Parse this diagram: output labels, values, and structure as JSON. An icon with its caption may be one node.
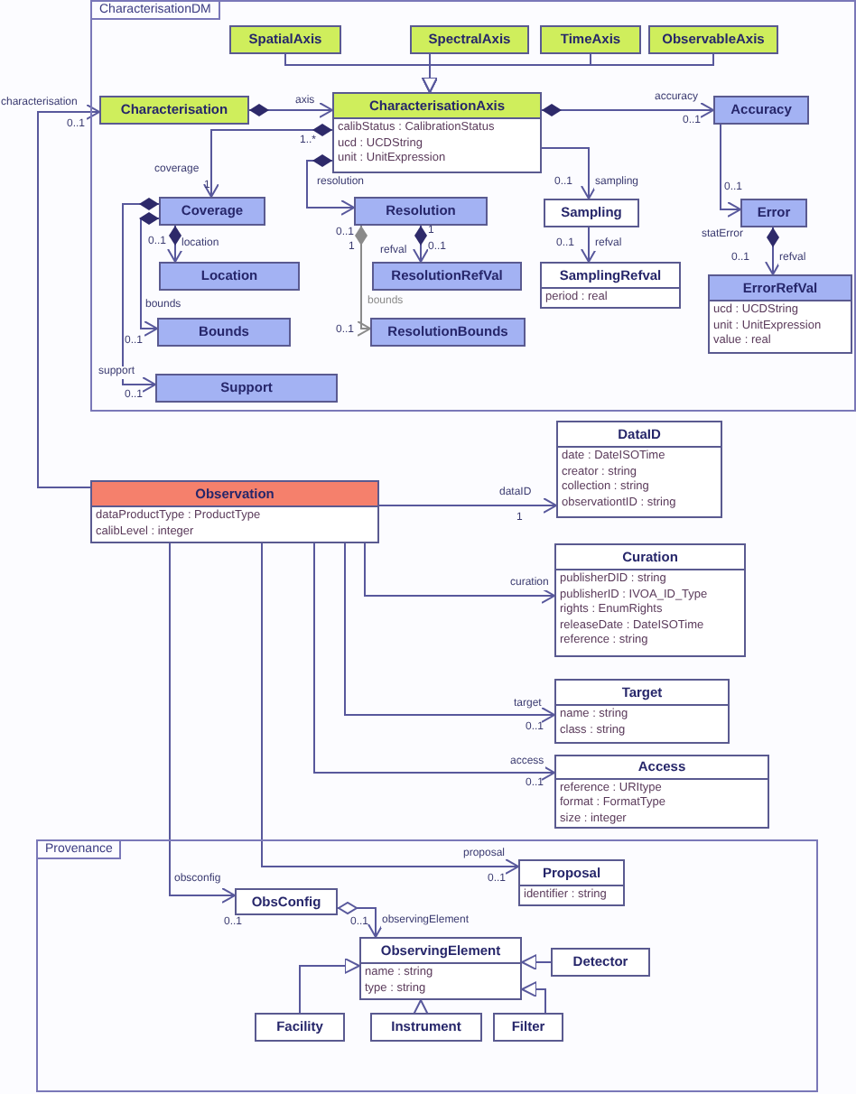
{
  "diagram": {
    "nodes": [
      {
        "text": [
          "CharacterisationDM"
        ]
      },
      {
        "text": [
          "SpatialAxis"
        ],
        "in": 0
      },
      {
        "text": [
          "SpectralAxis"
        ],
        "in": 0
      },
      {
        "text": [
          "TimeAxis"
        ],
        "in": 0
      },
      {
        "text": [
          "ObservableAxis"
        ],
        "in": 0
      },
      {
        "text": [
          "Characterisation"
        ],
        "in": 0
      },
      {
        "text": [
          "CharacterisationAxis",
          "calibStatus : CalibrationStatus",
          "ucd : UCDString",
          "unit : UnitExpression"
        ],
        "in": 0
      },
      {
        "text": [
          "Accuracy"
        ],
        "in": 0
      },
      {
        "text": [
          "Coverage"
        ],
        "in": 0
      },
      {
        "text": [
          "Resolution"
        ],
        "in": 0
      },
      {
        "text": [
          "Sampling"
        ],
        "in": 0
      },
      {
        "text": [
          "Error"
        ],
        "in": 0
      },
      {
        "text": [
          "Location"
        ],
        "in": 0
      },
      {
        "text": [
          "ResolutionRefVal"
        ],
        "in": 0
      },
      {
        "text": [
          "SamplingRefval",
          "period : real"
        ],
        "in": 0
      },
      {
        "text": [
          "ErrorRefVal",
          "ucd : UCDString",
          "unit : UnitExpression",
          "value : real"
        ],
        "in": 0
      },
      {
        "text": [
          "Bounds"
        ],
        "in": 0
      },
      {
        "text": [
          "ResolutionBounds"
        ],
        "in": 0
      },
      {
        "text": [
          "Support"
        ],
        "in": 0
      },
      {
        "text": [
          "Observation",
          "dataProductType : ProductType",
          "calibLevel : integer"
        ]
      },
      {
        "text": [
          "DataID",
          "date : DateISOTime",
          "creator : string",
          "collection : string",
          "observationtID : string"
        ]
      },
      {
        "text": [
          "Curation",
          "publisherDID : string",
          "publisherID : IVOA_ID_Type",
          "rights : EnumRights",
          "releaseDate : DateISOTime",
          "reference : string"
        ]
      },
      {
        "text": [
          "Target",
          "name : string",
          "class : string"
        ]
      },
      {
        "text": [
          "Access",
          "reference : URItype",
          "format : FormatType",
          "size : integer"
        ]
      },
      {
        "text": [
          "Provenance"
        ]
      },
      {
        "text": [
          "Proposal",
          "identifier : string"
        ],
        "in": 24
      },
      {
        "text": [
          "ObsConfig"
        ],
        "in": 24
      },
      {
        "text": [
          "ObservingElement",
          "name : string",
          "type : string"
        ],
        "in": 24
      },
      {
        "text": [
          "Detector"
        ],
        "in": 24
      },
      {
        "text": [
          "Facility"
        ],
        "in": 24
      },
      {
        "text": [
          "Instrument"
        ],
        "in": 24
      },
      {
        "text": [
          "Filter"
        ],
        "in": 24
      }
    ],
    "edges": [
      {
        "from": 5,
        "to": 6,
        "arrow": "to",
        "label": "axis"
      },
      {
        "from": 6,
        "to": 7,
        "arrow": "to",
        "label": "accuracy"
      },
      {
        "from": 1,
        "to": 6,
        "arrow": "to"
      },
      {
        "from": 2,
        "to": 6,
        "arrow": "to"
      },
      {
        "from": 3,
        "to": 6,
        "arrow": "to"
      },
      {
        "from": 4,
        "to": 6,
        "arrow": "to"
      },
      {
        "from": 6,
        "to": 8,
        "arrow": "to",
        "label": "coverage"
      },
      {
        "from": 6,
        "to": 9,
        "arrow": "to",
        "label": "resolution"
      },
      {
        "from": 6,
        "to": 10,
        "arrow": "to",
        "label": "sampling"
      },
      {
        "from": 7,
        "to": 11,
        "arrow": "to",
        "label": "statError"
      },
      {
        "from": 8,
        "to": 12,
        "arrow": "to",
        "label": "location"
      },
      {
        "from": 8,
        "to": 16,
        "arrow": "to",
        "label": "bounds"
      },
      {
        "from": 8,
        "to": 18,
        "arrow": "to",
        "label": "support"
      },
      {
        "from": 9,
        "to": 13,
        "arrow": "to",
        "label": "refval"
      },
      {
        "from": 9,
        "to": 17,
        "arrow": "to",
        "label": "bounds",
        "color": "#8a8a8a"
      },
      {
        "from": 10,
        "to": 14,
        "arrow": "to",
        "label": "refval"
      },
      {
        "from": 11,
        "to": 15,
        "arrow": "to",
        "label": "refval"
      },
      {
        "from": 19,
        "to": 5,
        "arrow": "to",
        "label": "characterisation"
      },
      {
        "from": 19,
        "to": 20,
        "arrow": "to",
        "label": "dataID"
      },
      {
        "from": 19,
        "to": 21,
        "arrow": "to",
        "label": "curation"
      },
      {
        "from": 19,
        "to": 22,
        "arrow": "to",
        "label": "target"
      },
      {
        "from": 19,
        "to": 23,
        "arrow": "to",
        "label": "access"
      },
      {
        "from": 19,
        "to": 25,
        "arrow": "to",
        "label": "proposal"
      },
      {
        "from": 19,
        "to": 26,
        "arrow": "to",
        "label": "obsconfig"
      },
      {
        "from": 26,
        "to": 27,
        "arrow": "to",
        "label": "observingElement"
      },
      {
        "from": 28,
        "to": 27,
        "arrow": "to"
      },
      {
        "from": 29,
        "to": 27,
        "arrow": "to"
      },
      {
        "from": 30,
        "to": 27,
        "arrow": "to"
      },
      {
        "from": 31,
        "to": 27,
        "arrow": "to"
      }
    ],
    "labels": [
      "0..1",
      "1..*",
      "0..1",
      "1",
      "0..1",
      "0..1",
      "0..1",
      "0..1",
      "1",
      "1",
      "0..1",
      "0..1",
      "0..1",
      "0..1",
      "0..1",
      "0..1",
      "1",
      "0..1",
      "0..1",
      "0..1",
      "0..1",
      "0..1"
    ]
  }
}
